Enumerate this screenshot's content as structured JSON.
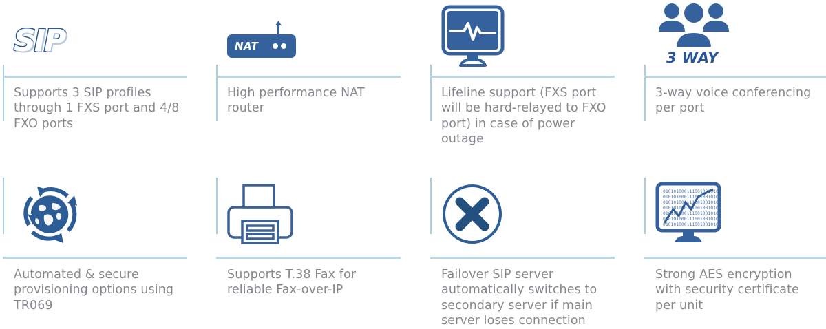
{
  "page": {
    "title": "Product feature highlights grid",
    "columns": 4,
    "rows": 2
  },
  "theme": {
    "icon_blue": "#35629d",
    "icon_blue_dark": "#2a5596",
    "rule_blue": "#b9d7e4",
    "vrule_blue": "#a9cede",
    "caption_gray": "#85898e",
    "background": "#ffffff"
  },
  "features": [
    {
      "id": "sip-profiles",
      "icon": "sip-logo-icon",
      "icon_text": "SIP",
      "caption": "Supports 3 SIP profiles through 1 FXS port and 4/8 FXO ports"
    },
    {
      "id": "nat-router",
      "icon": "nat-router-icon",
      "icon_text": "NAT",
      "caption": "High performance NAT router"
    },
    {
      "id": "lifeline-support",
      "icon": "monitor-heartbeat-icon",
      "icon_text": "",
      "caption": "Lifeline support (FXS port will be hard-relayed to FXO port) in case of power outage"
    },
    {
      "id": "three-way-conferencing",
      "icon": "three-users-icon",
      "icon_text": "3 WAY",
      "caption": "3-way voice conferencing per port"
    },
    {
      "id": "auto-provisioning",
      "icon": "globe-refresh-icon",
      "icon_text": "",
      "caption": "Automated & secure provisioning options using TR069"
    },
    {
      "id": "t38-fax",
      "icon": "printer-fax-icon",
      "icon_text": "",
      "caption": "Supports T.38 Fax for reliable Fax-over-IP"
    },
    {
      "id": "failover-sip-server",
      "icon": "circle-x-icon",
      "icon_text": "",
      "caption": "Failover SIP server automatically switches to secondary server if main server loses connection"
    },
    {
      "id": "aes-encryption",
      "icon": "monitor-binary-chart-icon",
      "icon_text": "",
      "caption": "Strong AES encryption with security certificate per unit"
    }
  ]
}
